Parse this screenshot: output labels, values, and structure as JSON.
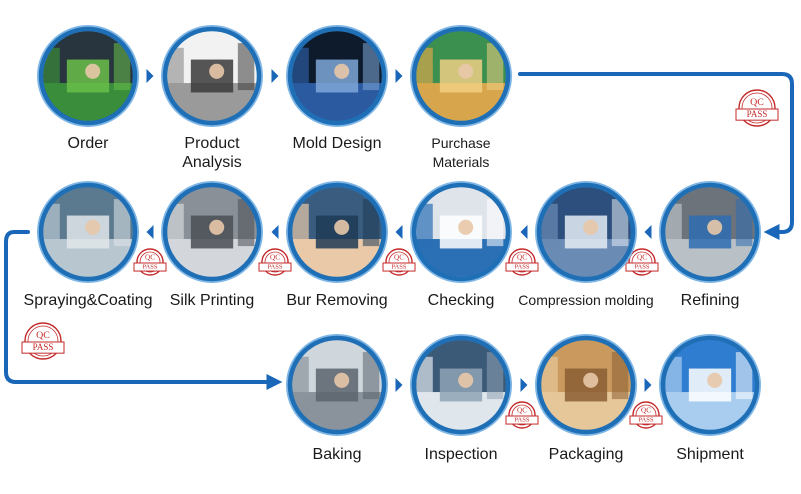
{
  "colors": {
    "ring": "#1e6fb5",
    "ring_light": "#7fb6e6",
    "arrow": "#1a66b8",
    "stamp": "#c42a2a"
  },
  "stamp": {
    "top": "QC",
    "bottom": "PASS"
  },
  "steps": [
    {
      "label": "Order",
      "icon": "shopping-cart-keyboard-photo"
    },
    {
      "label": "Product Analysis",
      "lines": [
        "Product",
        "Analysis"
      ],
      "icon": "meeting-photo"
    },
    {
      "label": "Mold Design",
      "icon": "machinery-photo"
    },
    {
      "label": "Purchase Materials",
      "lines": [
        "Purchase",
        "Materials"
      ],
      "icon": "warehouse-boxes-photo"
    },
    {
      "label": "Refining",
      "icon": "factory-workshop-photo"
    },
    {
      "label": "Compression molding",
      "icon": "cleanroom-workers-photo"
    },
    {
      "label": "Checking",
      "icon": "lab-technician-photo"
    },
    {
      "label": "Bur Removing",
      "icon": "worker-deburring-photo"
    },
    {
      "label": "Silk Printing",
      "icon": "printing-line-photo"
    },
    {
      "label": "Spraying&Coating",
      "icon": "spray-booth-photo"
    },
    {
      "label": "Baking",
      "icon": "oven-cabinets-photo"
    },
    {
      "label": "Inspection",
      "icon": "inspection-workers-photo"
    },
    {
      "label": "Packaging",
      "icon": "cardboard-boxes-photo"
    },
    {
      "label": "Shipment",
      "icon": "plane-ship-globe-photo"
    }
  ]
}
